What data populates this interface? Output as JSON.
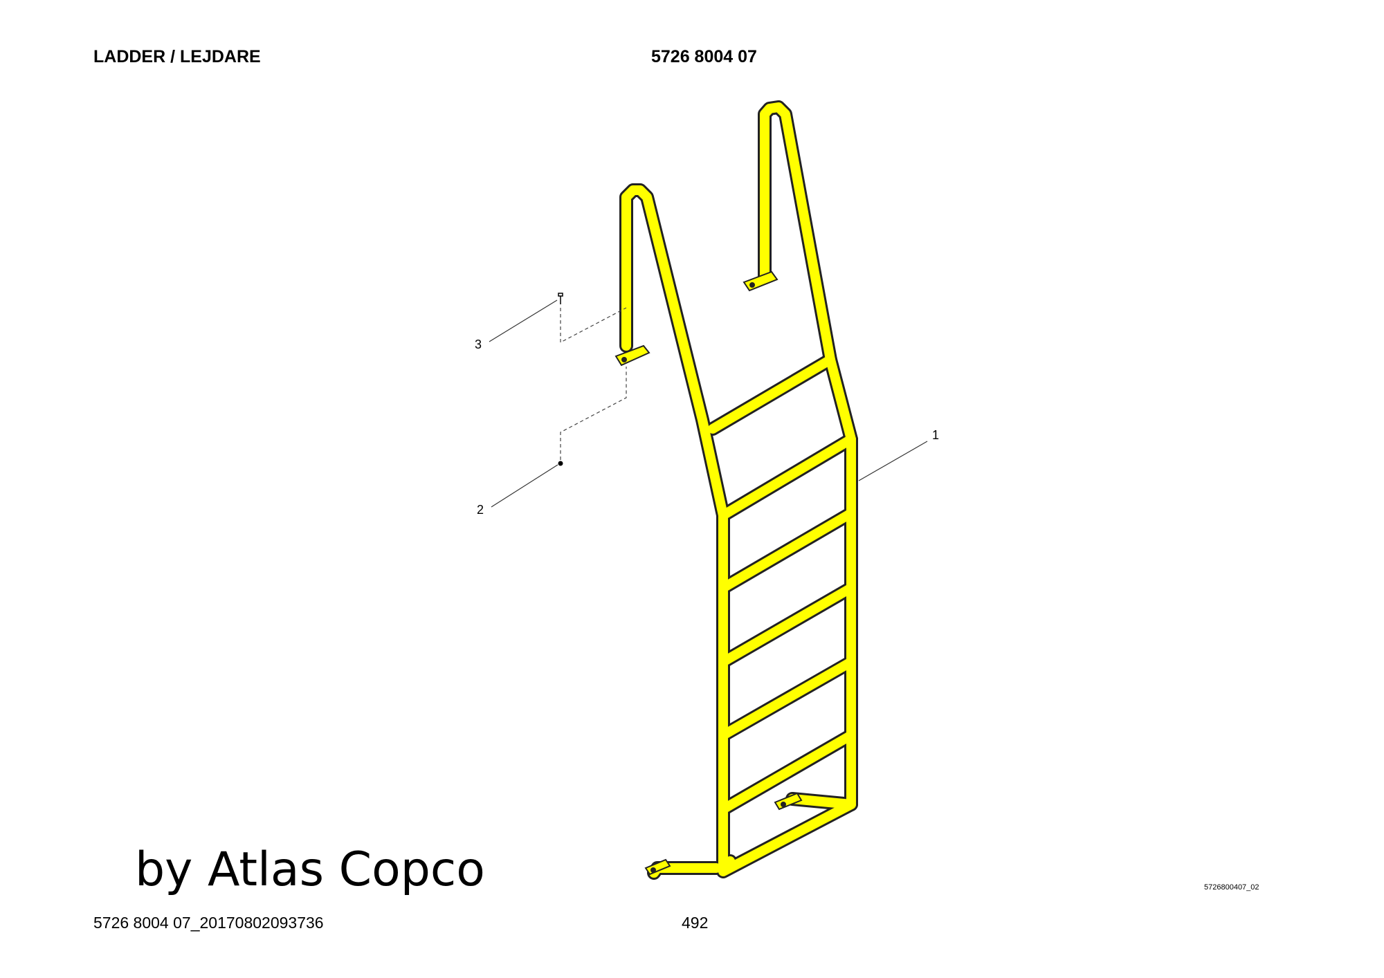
{
  "header": {
    "title": "LADDER / LEJDARE",
    "part_number": "5726 8004 07"
  },
  "drawing": {
    "callouts": [
      "1",
      "2",
      "3"
    ],
    "drawing_id": "5726800407_02",
    "ladder_color": "#ffff00",
    "outline_color": "#222222"
  },
  "watermark": "by Atlas Copco",
  "footer": {
    "document_id": "5726 8004 07_20170802093736",
    "page_number": "492"
  }
}
